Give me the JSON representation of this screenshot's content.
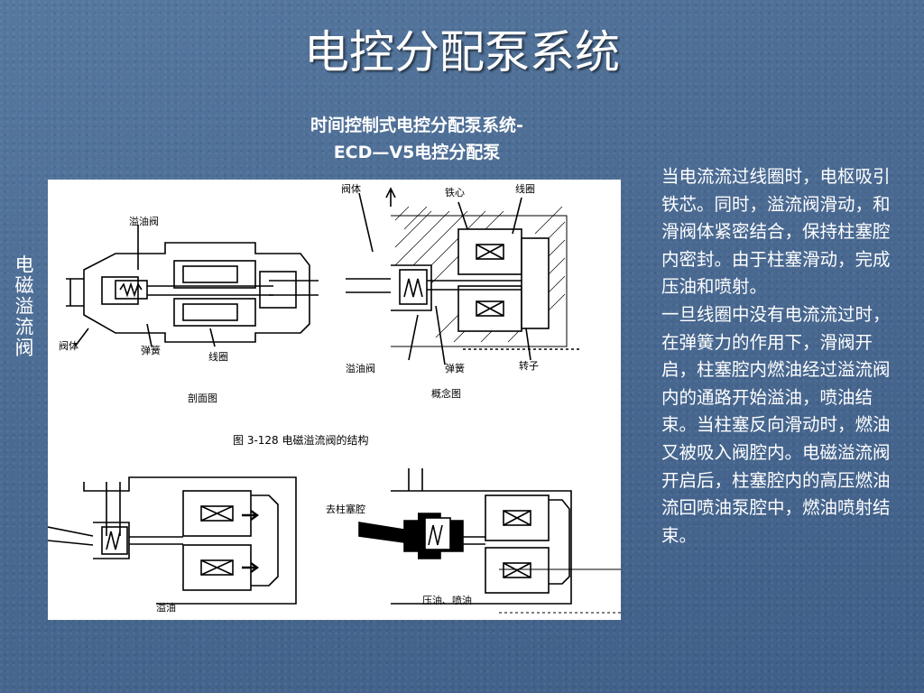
{
  "slide": {
    "title": "电控分配泵系统",
    "subtitle_line1": "时间控制式电控分配泵系统-",
    "subtitle_line2": "ECD—V5电控分配泵",
    "side_label": "电磁溢流阀"
  },
  "figure": {
    "labels": {
      "overflow_valve_top": "溢油阀",
      "valve_body_left": "阀体",
      "spring_left": "弹簧",
      "coil_left": "线圈",
      "section_view": "剖面图",
      "valve_body_right": "阀体",
      "iron_core": "铁心",
      "coil_right": "线圈",
      "overflow_valve_right": "溢油阀",
      "spring_right": "弹簧",
      "rotor": "转子",
      "concept_view": "概念图",
      "caption": "图 3-128    电磁溢流阀的结构",
      "to_plunger": "去柱塞腔",
      "overflow": "溢油",
      "press_inject": "压油、喷油"
    }
  },
  "body": {
    "paragraph1": "当电流流过线圈时，电枢吸引铁芯。同时，溢流阀滑动，和滑阀体紧密结合，保持柱塞腔内密封。由于柱塞滑动，完成压油和喷射。",
    "paragraph2": "一旦线圈中没有电流流过时，在弹簧力的作用下，滑阀开启，柱塞腔内燃油经过溢流阀内的通路开始溢油，喷油结束。当柱塞反向滑动时，燃油又被吸入阀腔内。电磁溢流阀开启后，柱塞腔内的高压燃油流回喷油泵腔中，燃油喷射结束。"
  }
}
